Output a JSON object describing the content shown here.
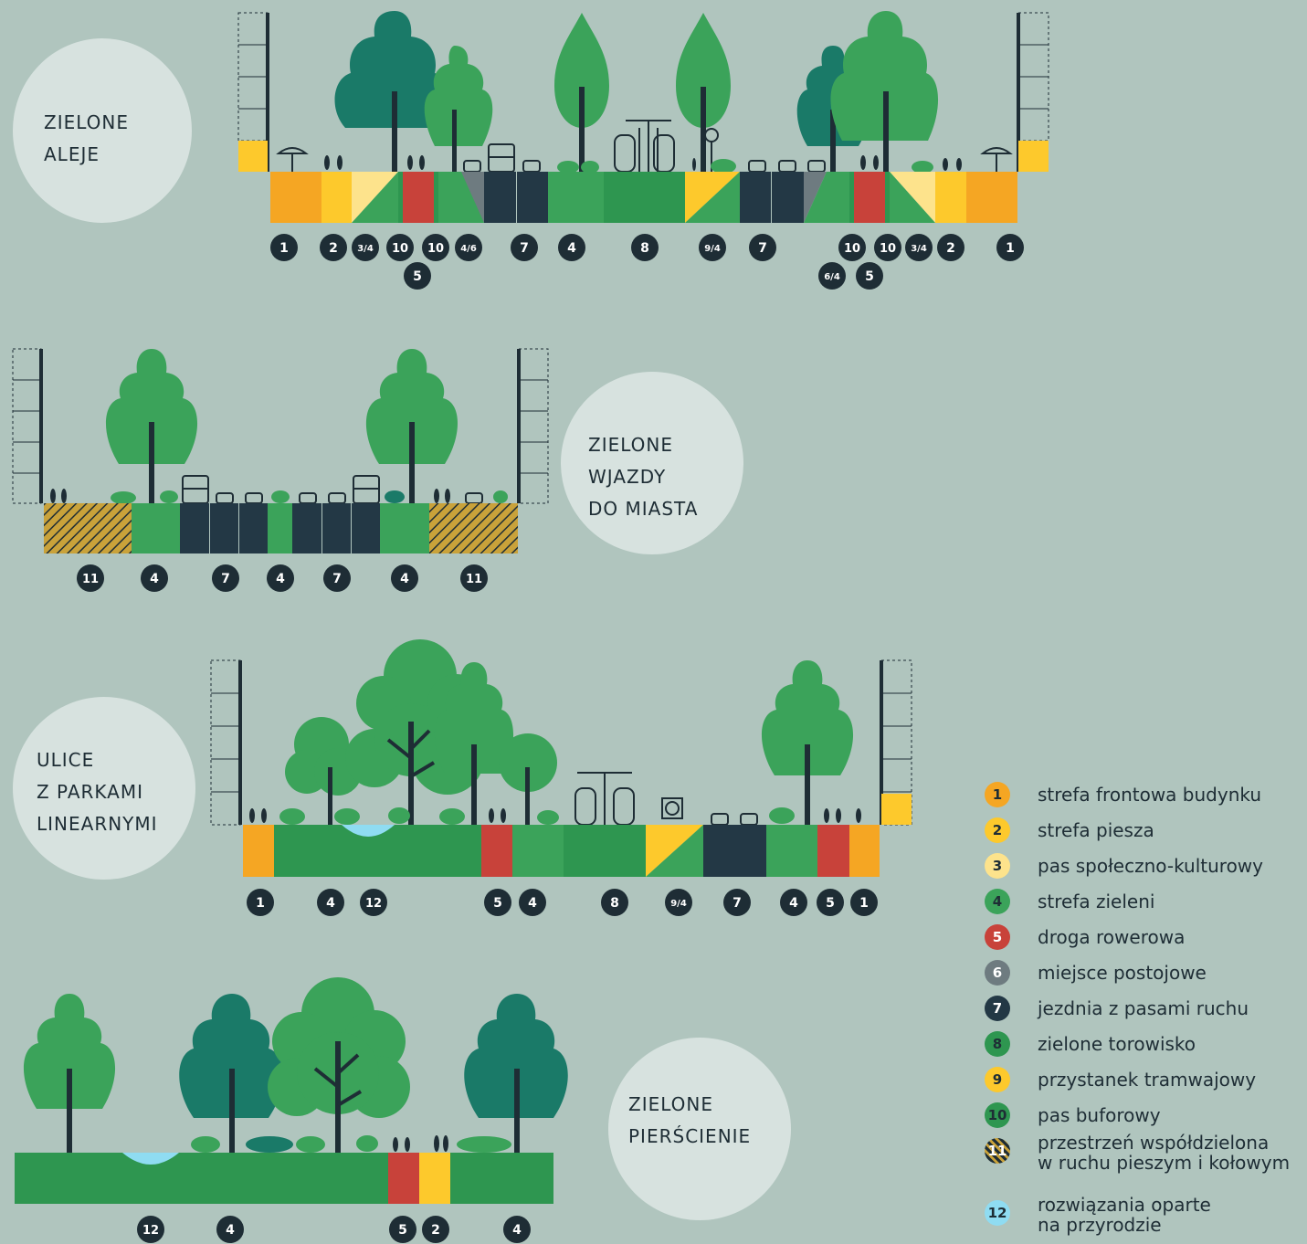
{
  "sections": [
    {
      "title_line1": "ZIELONE",
      "title_line2": "ALEJE",
      "title_line3": ""
    },
    {
      "title_line1": "ZIELONE",
      "title_line2": "WJAZDY",
      "title_line3": "DO MIASTA"
    },
    {
      "title_line1": "ULICE",
      "title_line2": "Z PARKAMI",
      "title_line3": "LINEARNYMI"
    },
    {
      "title_line1": "ZIELONE",
      "title_line2": "PIERŚCIENIE",
      "title_line3": ""
    }
  ],
  "badges": {
    "s1": [
      "1",
      "2",
      "3/4",
      "10",
      "5",
      "10",
      "4/6",
      "7",
      "4",
      "8",
      "9/4",
      "7",
      "6/4",
      "10",
      "5",
      "10",
      "3/4",
      "2",
      "1"
    ],
    "s2": [
      "11",
      "4",
      "7",
      "4",
      "7",
      "4",
      "11"
    ],
    "s3": [
      "1",
      "4",
      "12",
      "5",
      "4",
      "8",
      "9/4",
      "7",
      "4",
      "5",
      "1"
    ],
    "s4": [
      "12",
      "4",
      "5",
      "2",
      "4"
    ]
  },
  "legend": [
    {
      "num": "1",
      "label": "strefa frontowa budynku",
      "color": "#f5a623",
      "text": "#1e2d35"
    },
    {
      "num": "2",
      "label": "strefa piesza",
      "color": "#fdc92c",
      "text": "#1e2d35"
    },
    {
      "num": "3",
      "label": "pas społeczno-kulturowy",
      "color": "#fde38c",
      "text": "#1e2d35"
    },
    {
      "num": "4",
      "label": "strefa zieleni",
      "color": "#3ba35a",
      "text": "#1e2d35"
    },
    {
      "num": "5",
      "label": "droga rowerowa",
      "color": "#c8423a",
      "text": "#ffffff"
    },
    {
      "num": "6",
      "label": "miejsce postojowe",
      "color": "#6e7b80",
      "text": "#ffffff"
    },
    {
      "num": "7",
      "label": "jezdnia z pasami ruchu",
      "color": "#233845",
      "text": "#ffffff"
    },
    {
      "num": "8",
      "label": "zielone torowisko",
      "color": "#2e9650",
      "text": "#1e2d35"
    },
    {
      "num": "9",
      "label": "przystanek tramwajowy",
      "color": "#fdc92c",
      "text": "#1e2d35"
    },
    {
      "num": "10",
      "label": "pas buforowy",
      "color": "#2e9650",
      "text": "#1e2d35"
    },
    {
      "num": "11",
      "label_line1": "przestrzeń współdzielona",
      "label_line2": "w ruchu pieszym i kołowym",
      "color": "#c9a23a",
      "text": "#ffffff"
    },
    {
      "num": "12",
      "label_line1": "rozwiązania oparte",
      "label_line2": "na przyrodzie",
      "color": "#8fdcf2",
      "text": "#1e2d35"
    }
  ],
  "colors": {
    "background": "#b0c5be",
    "circle": "#d7e2df",
    "green": "#3ba35a",
    "darkgreen": "#1a7a68",
    "road": "#233845",
    "bike": "#c8423a",
    "yellow": "#fdc92c",
    "orange": "#f5a623",
    "lightyellow": "#fde38c",
    "grey": "#6e7b80",
    "water": "#8fdcf2"
  }
}
